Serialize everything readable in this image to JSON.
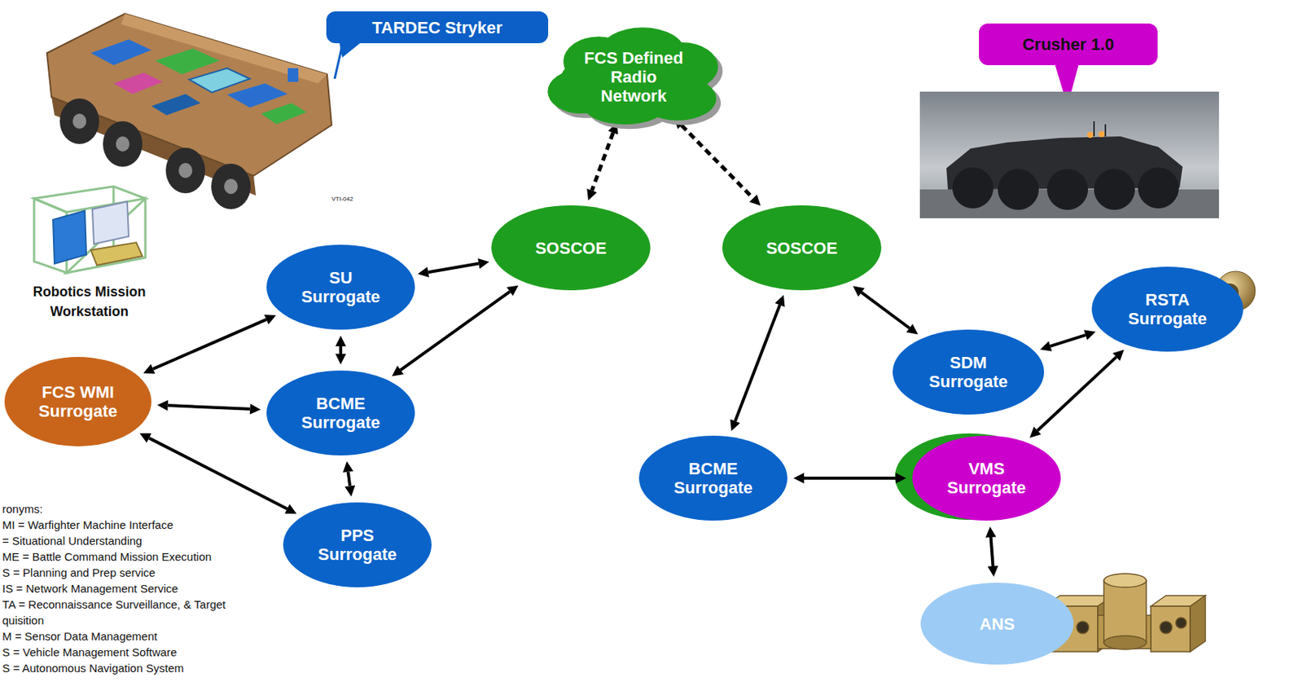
{
  "diagram": {
    "nodes": [
      {
        "text": [
          "TARDEC Stryker"
        ]
      },
      {
        "text": [
          "FCS Defined Radio Network"
        ]
      },
      {
        "text": [
          "Crusher 1.0"
        ]
      },
      {
        "text": [
          "SU Surrogate"
        ]
      },
      {
        "text": [
          "SOSCOE"
        ]
      },
      {
        "text": [
          "SOSCOE"
        ]
      },
      {
        "text": [
          "RSTA Surrogate"
        ]
      },
      {
        "text": [
          "FCS WMI Surrogate"
        ]
      },
      {
        "text": [
          "BCME Surrogate"
        ]
      },
      {
        "text": [
          "SDM Surrogate"
        ]
      },
      {
        "text": [
          "BCME Surrogate"
        ]
      },
      {
        "text": [
          "VMS Surrogate"
        ]
      },
      {
        "text": [
          "PPS Surrogate"
        ]
      },
      {
        "text": [
          "ANS"
        ]
      }
    ],
    "edges": [
      {
        "from": 1,
        "to": 4,
        "arrow": "both"
      },
      {
        "from": 1,
        "to": 5,
        "arrow": "both"
      },
      {
        "from": 3,
        "to": 4,
        "arrow": "both"
      },
      {
        "from": 8,
        "to": 4,
        "arrow": "both"
      },
      {
        "from": 7,
        "to": 3,
        "arrow": "both"
      },
      {
        "from": 3,
        "to": 8,
        "arrow": "both"
      },
      {
        "from": 7,
        "to": 8,
        "arrow": "both"
      },
      {
        "from": 8,
        "to": 12,
        "arrow": "both"
      },
      {
        "from": 7,
        "to": 12,
        "arrow": "both"
      },
      {
        "from": 5,
        "to": 9,
        "arrow": "both"
      },
      {
        "from": 5,
        "to": 10,
        "arrow": "both"
      },
      {
        "from": 9,
        "to": 6,
        "arrow": "both"
      },
      {
        "from": 6,
        "to": 11,
        "arrow": "both"
      },
      {
        "from": 10,
        "to": 11,
        "arrow": "both"
      },
      {
        "from": 11,
        "to": 13,
        "arrow": "both"
      }
    ],
    "labels": [
      "Robotics Mission Workstation",
      "VTI-042",
      "ronyms:",
      "MI = Warfighter Machine Interface",
      "= Situational Understanding",
      "ME = Battle Command Mission Execution",
      "S = Planning and Prep service",
      "IS = Network Management Service",
      "TA = Reconnaissance Surveillance, & Target quisition",
      "M = Sensor Data Management",
      "S = Vehicle Management Software",
      "S = Autonomous Navigation System"
    ]
  }
}
